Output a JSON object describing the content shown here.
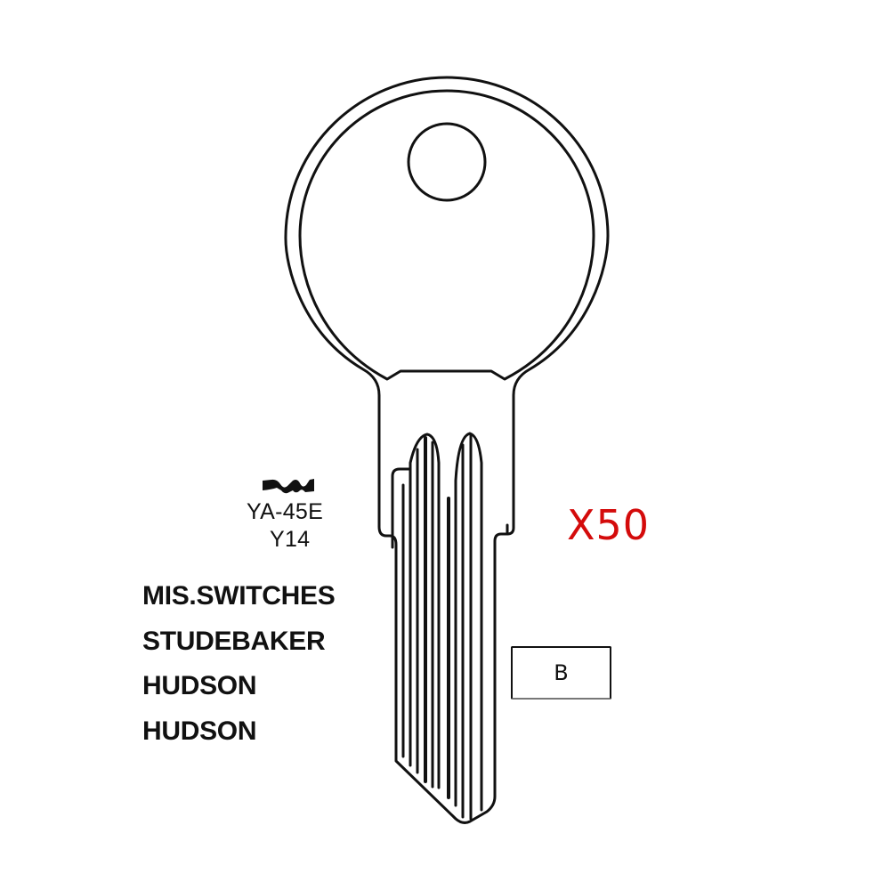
{
  "key_blank": {
    "profile_icon": "keyway-profile-icon",
    "codes": {
      "primary": "YA-45E",
      "secondary": "Y14"
    },
    "applications": [
      "MIS.SWITCHES",
      "STUDEBAKER",
      "HUDSON",
      "HUDSON"
    ],
    "quantity": "X50",
    "series_label": "B"
  },
  "colors": {
    "outline": "#111111",
    "quantity": "#d40b0b",
    "background": "#ffffff"
  }
}
